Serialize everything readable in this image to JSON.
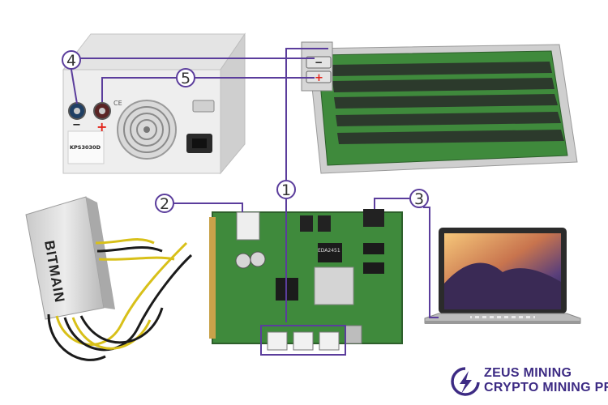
{
  "colors": {
    "callout": "#5b3d9c",
    "pcb": "#3f8a3c",
    "brand": "#3d2b84",
    "sign_red": "#e2231a"
  },
  "psu_label": "BITMAIN",
  "power_supply_model": "KPS3030D",
  "power_supply_caption": "CE",
  "terminal_signs": {
    "negative": "−",
    "positive": "+"
  },
  "callouts": [
    {
      "id": "1",
      "icon": "circle-number"
    },
    {
      "id": "2",
      "icon": "circle-number"
    },
    {
      "id": "3",
      "icon": "circle-number"
    },
    {
      "id": "4",
      "icon": "circle-number"
    },
    {
      "id": "5",
      "icon": "circle-number"
    }
  ],
  "board_label": "EDA2451",
  "brand": {
    "name": "ZEUS MINING",
    "tagline": "CRYPTO MINING PRO",
    "logo_icon": "lightning-icon"
  }
}
